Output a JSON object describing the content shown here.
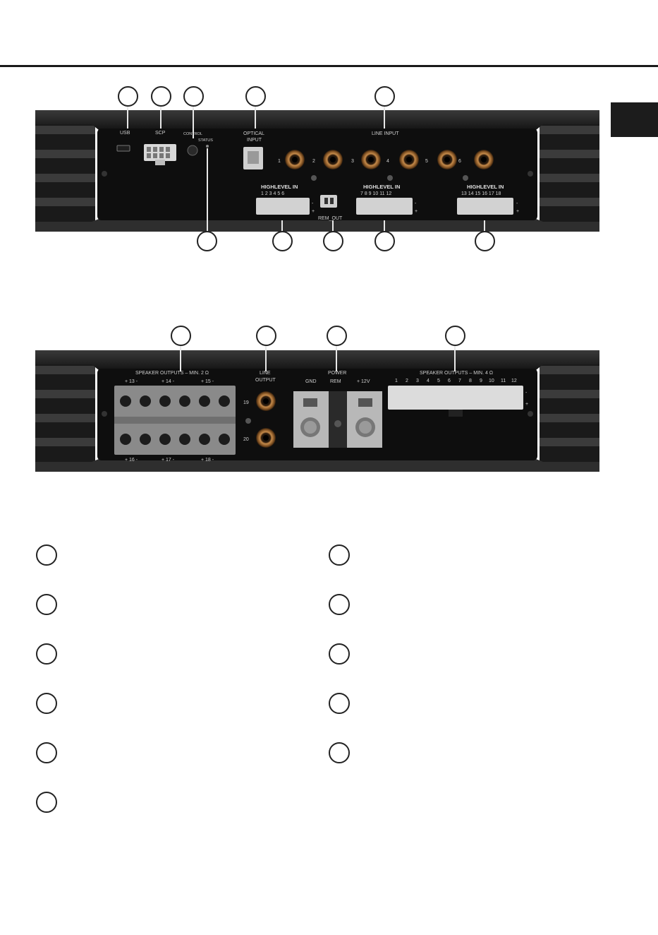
{
  "top_panel": {
    "usb": "USB",
    "scp": "SCP",
    "control": "CONTROL",
    "status": "STATUS",
    "optical_line1": "OPTICAL",
    "optical_line2": "INPUT",
    "line_input": "LINE INPUT",
    "rca_numbers": [
      "1",
      "2",
      "3",
      "4",
      "5",
      "6"
    ],
    "highlevel_1": "HIGHLEVEL IN",
    "highlevel_1_nums": "1  2  3  4  5  6",
    "highlevel_2": "HIGHLEVEL IN",
    "highlevel_2_nums": "7  8  9  10  11  12",
    "highlevel_3": "HIGHLEVEL IN",
    "highlevel_3_nums": "13 14 15 16 17 18",
    "rem_out": "REM_OUT",
    "minus": "-",
    "plus": "+"
  },
  "bottom_panel": {
    "speaker_2ohm": "SPEAKER OUTPUTS – MIN. 2 Ω",
    "ch_top": [
      "+  13  -",
      "+  14  -",
      "+  15  -"
    ],
    "ch_bottom": [
      "+  16  -",
      "+  17  -",
      "+  18  -"
    ],
    "line_output_1": "LINE",
    "line_output_2": "OUTPUT",
    "rca_19": "19",
    "rca_20": "20",
    "gnd": "GND",
    "power": "POWER",
    "rem": "REM",
    "plus12": "+ 12V",
    "speaker_4ohm": "SPEAKER OUTPUTS – MIN. 4 Ω",
    "ch_4ohm": [
      "1",
      "2",
      "3",
      "4",
      "5",
      "6",
      "7",
      "8",
      "9",
      "10",
      "11",
      "12"
    ],
    "minus": "-",
    "plus": "+"
  }
}
